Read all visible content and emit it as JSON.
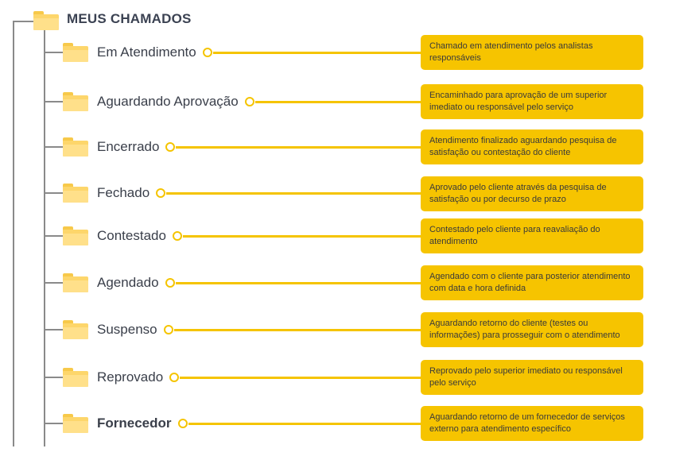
{
  "root": {
    "title": "MEUS CHAMADOS",
    "icon": "folder-icon"
  },
  "colors": {
    "accent": "#f5c400",
    "folder": "#fdd66b",
    "line": "#8a8a8a",
    "text": "#3a3f4a"
  },
  "items": [
    {
      "label": "Em Atendimento",
      "bold": false,
      "description": "Chamado em atendimento pelos analistas responsáveis"
    },
    {
      "label": "Aguardando Aprovação",
      "bold": false,
      "description": "Encaminhado para aprovação de um superior imediato ou responsável pelo serviço"
    },
    {
      "label": "Encerrado",
      "bold": false,
      "description": "Atendimento finalizado aguardando pesquisa de satisfação ou contestação do cliente"
    },
    {
      "label": "Fechado",
      "bold": false,
      "description": "Aprovado pelo cliente através da pesquisa de satisfação ou por decurso de prazo"
    },
    {
      "label": "Contestado",
      "bold": false,
      "description": "Contestado pelo cliente para reavaliação do atendimento"
    },
    {
      "label": "Agendado",
      "bold": false,
      "description": "Agendado com o cliente para posterior atendimento com data e hora definida"
    },
    {
      "label": "Suspenso",
      "bold": false,
      "description": "Aguardando retorno do cliente (testes ou informações) para prosseguir com o atendimento"
    },
    {
      "label": "Reprovado",
      "bold": false,
      "description": "Reprovado pelo superior imediato ou responsável pelo serviço"
    },
    {
      "label": "Fornecedor",
      "bold": true,
      "description": "Aguardando retorno de um fornecedor de serviços externo para atendimento específico"
    }
  ]
}
